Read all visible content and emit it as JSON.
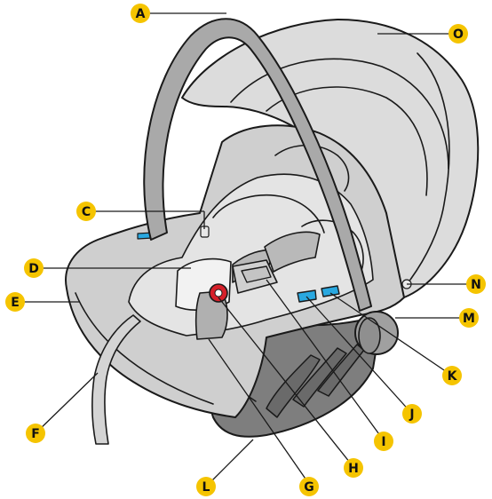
{
  "labels": {
    "a": "A",
    "c": "C",
    "d": "D",
    "e": "E",
    "f": "F",
    "g": "G",
    "h": "H",
    "i": "I",
    "j": "J",
    "k": "K",
    "l": "L",
    "m": "M",
    "n": "N",
    "o": "O"
  },
  "colors": {
    "badge": "#f5c400",
    "badge_text": "#111111",
    "outline": "#1a1a1a",
    "leader": "#1a1a1a",
    "shell_light": "#d6d6d6",
    "shell_mid": "#bdbdbd",
    "shell_dark": "#8f8f8f",
    "handle": "#a9a9a9",
    "canopy": "#dcdcdc",
    "release_button": "#d6202a",
    "blue_clip": "#29a8e0"
  }
}
